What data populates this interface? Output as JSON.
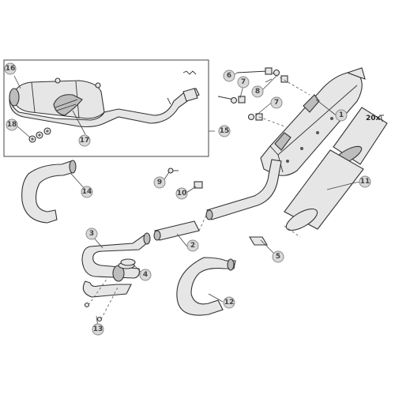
{
  "callouts": [
    {
      "id": "c1",
      "label": "1"
    },
    {
      "id": "c2",
      "label": "2"
    },
    {
      "id": "c3",
      "label": "3"
    },
    {
      "id": "c4",
      "label": "4"
    },
    {
      "id": "c5",
      "label": "5"
    },
    {
      "id": "c6",
      "label": "6"
    },
    {
      "id": "c7a",
      "label": "7"
    },
    {
      "id": "c7b",
      "label": "7"
    },
    {
      "id": "c8",
      "label": "8"
    },
    {
      "id": "c9",
      "label": "9"
    },
    {
      "id": "c10",
      "label": "10"
    },
    {
      "id": "c11",
      "label": "11"
    },
    {
      "id": "c12",
      "label": "12"
    },
    {
      "id": "c13",
      "label": "13"
    },
    {
      "id": "c14",
      "label": "14"
    },
    {
      "id": "c15",
      "label": "15"
    },
    {
      "id": "c16",
      "label": "16"
    },
    {
      "id": "c17",
      "label": "17"
    },
    {
      "id": "c18",
      "label": "18"
    }
  ],
  "quantity_note": "20x",
  "colors": {
    "part_fill": "#e6e6e6",
    "callout_fill": "#d9d9d9",
    "line": "#333333"
  }
}
